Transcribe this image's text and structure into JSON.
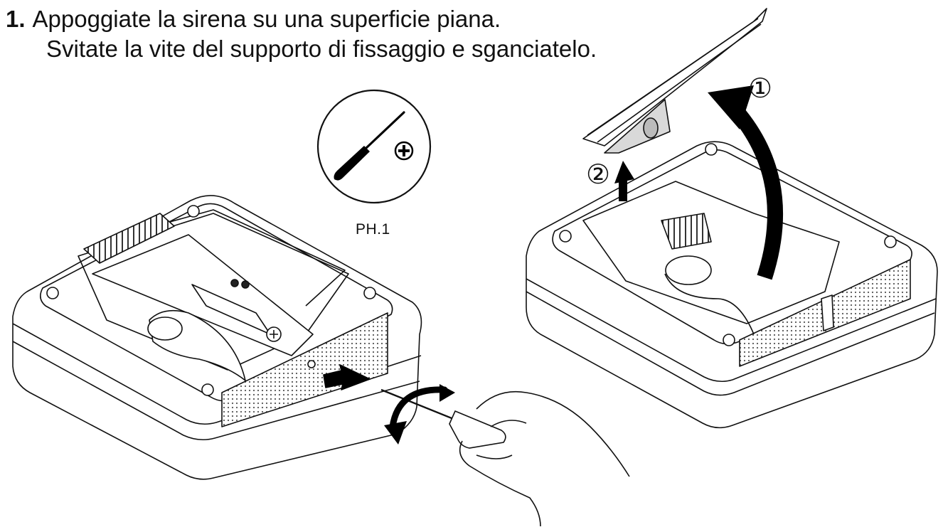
{
  "instruction": {
    "step_number": "1.",
    "line1": "Appoggiate la sirena su una superficie piana.",
    "line2": "Svitate la vite del supporto di fissaggio e sganciatelo."
  },
  "tool": {
    "label": "PH.1",
    "icon": "phillips-screwdriver-icon"
  },
  "markers": {
    "first": "①",
    "second": "②"
  },
  "colors": {
    "ink": "#111111",
    "arrow": "#000000",
    "background": "#ffffff"
  }
}
